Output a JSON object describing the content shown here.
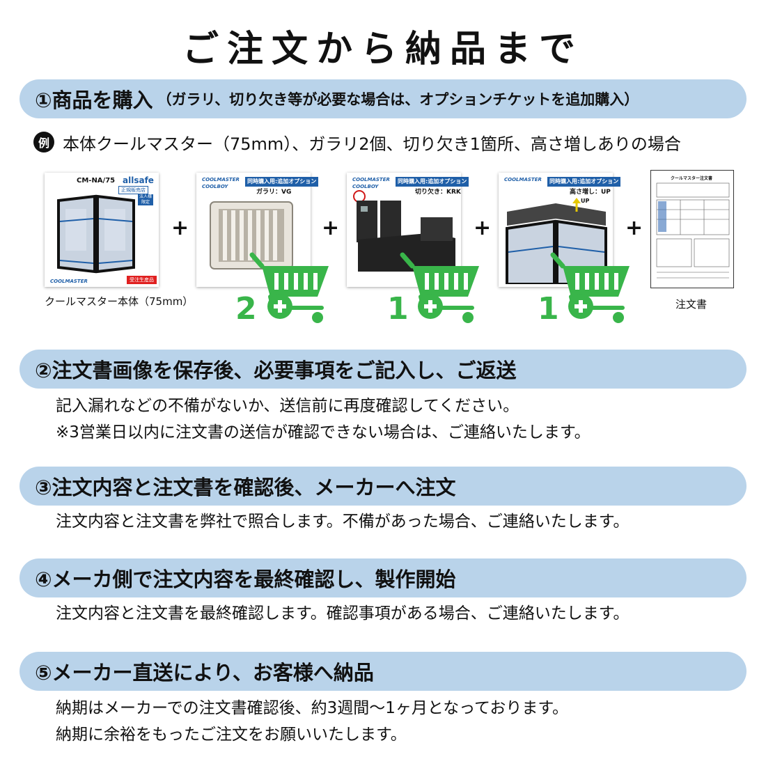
{
  "page": {
    "title": "ご注文から納品まで"
  },
  "steps": [
    {
      "main": "①商品を購入",
      "sub": "（ガラリ、切り欠き等が必要な場合は、オプションチケットを追加購入）",
      "lines": []
    },
    {
      "main": "②注文書画像を保存後、必要事項をご記入し、ご返送",
      "sub": "",
      "lines": [
        "記入漏れなどの不備がないか、送信前に再度確認してください。",
        "※3営業日以内に注文書の送信が確認できない場合は、ご連絡いたします。"
      ]
    },
    {
      "main": "③注文内容と注文書を確認後、メーカーへ注文",
      "sub": "",
      "lines": [
        "注文内容と注文書を弊社で照合します。不備があった場合、ご連絡いたします。"
      ]
    },
    {
      "main": "④メーカ側で注文内容を最終確認し、製作開始",
      "sub": "",
      "lines": [
        "注文内容と注文書を最終確認します。確認事項がある場合、ご連絡いたします。"
      ]
    },
    {
      "main": "⑤メーカー直送により、お客様へ納品",
      "sub": "",
      "lines": [
        "納期はメーカーでの注文書確認後、約3週間～1ヶ月となっております。",
        "納期に余裕をもったご注文をお願いいたします。"
      ]
    }
  ],
  "example": {
    "badge": "例",
    "text": "本体クールマスター（75mm）、ガラリ2個、切り欠き1箇所、高さ増しありの場合"
  },
  "products": {
    "main_unit": {
      "model": "CM-NA/75",
      "brand": "allsafe",
      "dealer": "正規販売店",
      "limit": "法人様限定",
      "made_to_order": "受注生産品",
      "logo": "COOLMASTER",
      "caption": "クールマスター本体（75mm）"
    },
    "options": [
      {
        "tag": "同時購入用:追加オプション",
        "name": "ガラリ：VG",
        "logo": "COOLMASTER",
        "sublogo": "COOLBOY",
        "qty": "2"
      },
      {
        "tag": "同時購入用:追加オプション",
        "name": "切り欠き：KRK",
        "logo": "COOLMASTER",
        "sublogo": "COOLBOY",
        "qty": "1"
      },
      {
        "tag": "同時購入用:追加オプション",
        "name": "高さ増し：UP",
        "logo": "COOLMASTER",
        "sublogo": "",
        "qty": "1",
        "arrow_label": "UP"
      }
    ],
    "order_form": {
      "title": "クールマスター注文書",
      "caption": "注文書"
    },
    "plus_sign": "+"
  },
  "colors": {
    "bar": "#b9d3ea",
    "cart": "#39b54a",
    "tag": "#1f5fa8",
    "panel": "#c9d3e0"
  }
}
